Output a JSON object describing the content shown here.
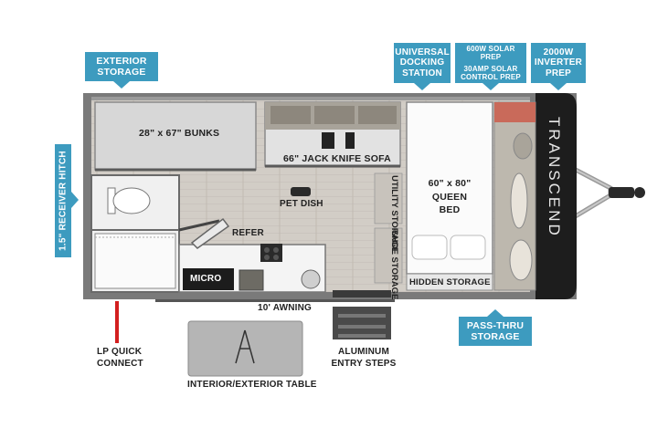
{
  "callouts": {
    "exterior_storage": "EXTERIOR STORAGE",
    "universal_docking": "UNIVERSAL DOCKING STATION",
    "solar_line1": "600W SOLAR PREP",
    "solar_line2": "30AMP SOLAR CONTROL PREP",
    "inverter": "2000W INVERTER PREP",
    "receiver_hitch": "1.5\" RECEIVER HITCH",
    "pass_thru": "PASS-THRU STORAGE"
  },
  "rooms": {
    "bunks": "28\" x 67\" BUNKS",
    "sofa": "66\" JACK KNIFE SOFA",
    "pet_dish": "PET DISH",
    "refer": "REFER",
    "micro": "MICRO",
    "utility_storage": "UTILITY STORAGE",
    "shoe_storage": "SHOE STORAGE",
    "queen_bed": "60\" x 80\" QUEEN BED",
    "hidden_storage": "HIDDEN STORAGE",
    "awning": "10' AWNING",
    "brand": "TRANSCEND"
  },
  "exterior": {
    "lp_quick_connect": "LP QUICK CONNECT",
    "entry_steps": "ALUMINUM ENTRY STEPS",
    "table": "INTERIOR/EXTERIOR TABLE"
  },
  "colors": {
    "callout": "#3d9bbf",
    "floor": "#cfcac3",
    "wall": "#6e6e6e",
    "front_cap": "#1d1d1d",
    "counter": "#3a3a3a"
  }
}
